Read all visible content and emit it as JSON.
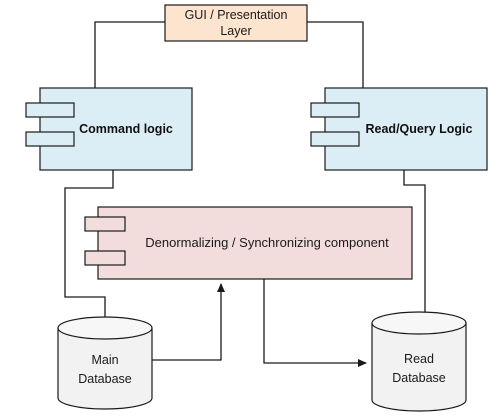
{
  "gui_layer": {
    "line1": "GUI / Presentation",
    "line2": "Layer"
  },
  "components": {
    "command_logic": "Command logic",
    "read_query_logic": "Read/Query Logic",
    "denormalizing": "Denormalizing / Synchronizing component"
  },
  "databases": {
    "main": {
      "line1": "Main",
      "line2": "Database"
    },
    "read": {
      "line1": "Read",
      "line2": "Database"
    }
  },
  "colors": {
    "gui_fill": "#fde4cf",
    "logic_fill": "#dceef5",
    "denorm_fill": "#f3dcdc",
    "db_fill": "#f2f2f2",
    "stroke": "#1a1a1a"
  }
}
